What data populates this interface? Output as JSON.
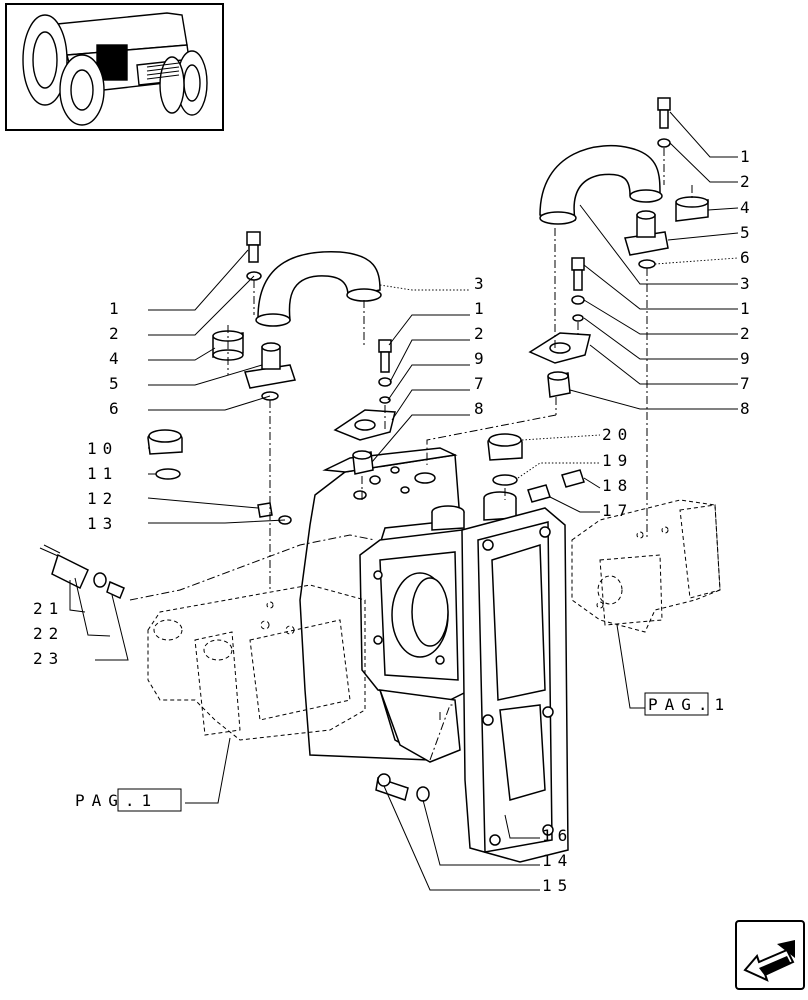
{
  "diagram": {
    "labels_left": [
      "1",
      "2",
      "4",
      "5",
      "6",
      "10",
      "11",
      "12",
      "13",
      "21",
      "22",
      "23"
    ],
    "labels_mid": [
      "3",
      "1",
      "2",
      "9",
      "7",
      "8"
    ],
    "labels_right": [
      "1",
      "2",
      "4",
      "5",
      "6",
      "3",
      "1",
      "2",
      "9",
      "7",
      "8",
      "20",
      "19",
      "18",
      "17"
    ],
    "labels_bottom": [
      "16",
      "14",
      "15"
    ],
    "page_refs": [
      {
        "text": "PAG.1"
      },
      {
        "text": "PAG.1"
      }
    ]
  },
  "navigation": {
    "thumbnail_icon": "tractor-thumbnail-icon",
    "next_icon": "arrow-next-icon"
  }
}
